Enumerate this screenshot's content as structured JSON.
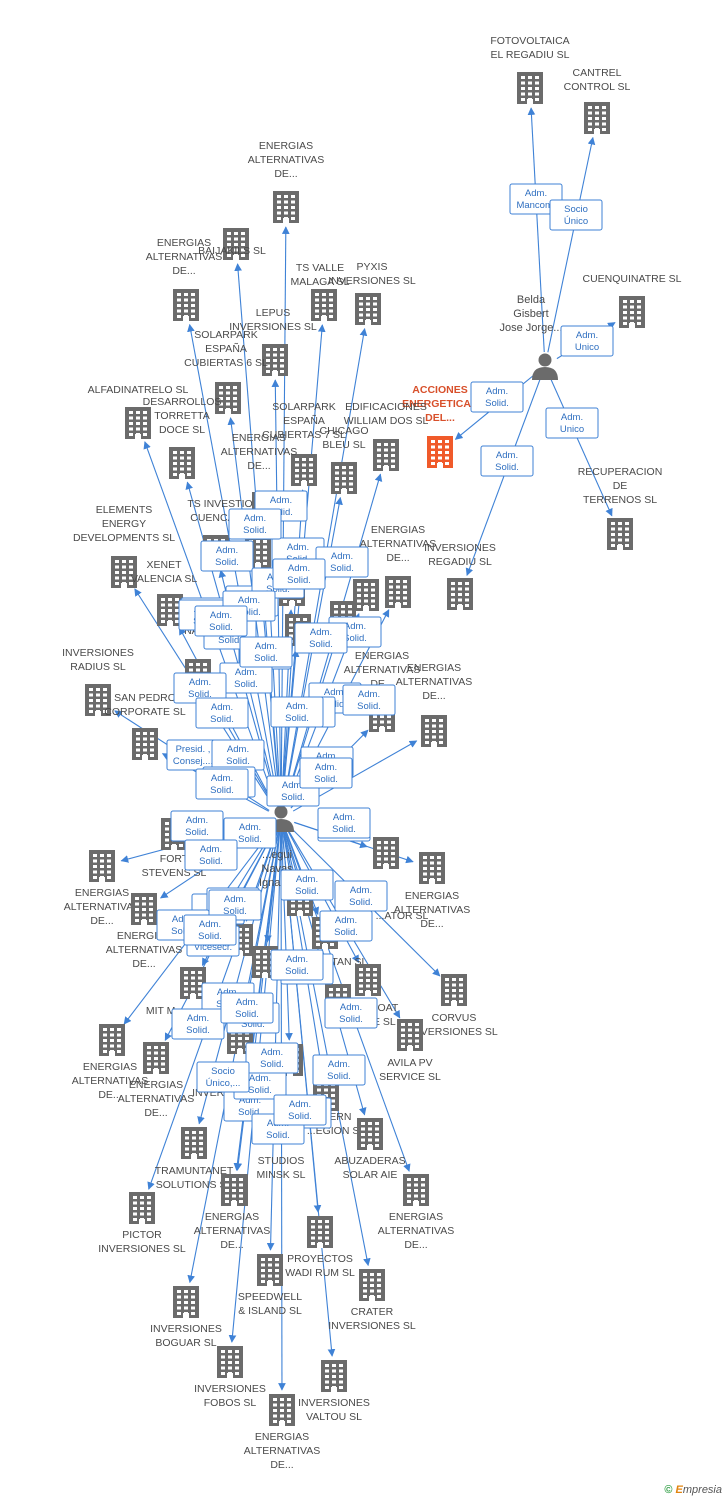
{
  "colors": {
    "edge": "#3f82d6",
    "building": "#6b6b6b",
    "focus_building": "#f05a2a",
    "person": "#6b6b6b"
  },
  "brand": {
    "copyright": "©",
    "e": "E",
    "rest": "mpresia"
  },
  "persons": [
    {
      "id": "p1",
      "label": [
        "Belda",
        "Gisbert",
        "Jose Jorge..."
      ]
    },
    {
      "id": "p2",
      "label": [
        "...egui",
        "Navas",
        "Ignac..."
      ]
    }
  ],
  "companies": [
    {
      "id": "c01",
      "label": [
        "FOTOVOLTAICA",
        "EL REGADIU SL"
      ]
    },
    {
      "id": "c02",
      "label": [
        "CANTREL",
        "CONTROL SL"
      ]
    },
    {
      "id": "c03",
      "label": [
        "CUENQUINATRE SL"
      ]
    },
    {
      "id": "c04",
      "label": [
        "ACCIONES",
        "ENERGETICAS",
        "DEL..."
      ],
      "focus": true
    },
    {
      "id": "c05",
      "label": [
        "RECUPERACION",
        "DE",
        "TERRENOS SL"
      ]
    },
    {
      "id": "c06",
      "label": [
        "INVERSIONES",
        "REGADIU SL"
      ]
    },
    {
      "id": "c07",
      "label": [
        "ENERGIAS",
        "ALTERNATIVAS",
        "DE..."
      ]
    },
    {
      "id": "c08",
      "label": [
        "BAIJAKILS SL"
      ]
    },
    {
      "id": "c09",
      "label": [
        "ENERGIAS",
        "ALTERNATIVAS",
        "DE..."
      ]
    },
    {
      "id": "c10",
      "label": [
        "TS VALLE",
        "MALAGA SL"
      ]
    },
    {
      "id": "c11",
      "label": [
        "PYXIS",
        "INVERSIONES SL"
      ]
    },
    {
      "id": "c12",
      "label": [
        "LEPUS",
        "INVERSIONES SL"
      ]
    },
    {
      "id": "c13",
      "label": [
        "SOLARPARK",
        "ESPAÑA",
        "CUBIERTAS 6 SL"
      ]
    },
    {
      "id": "c14",
      "label": [
        "ALFADINATRELO SL"
      ]
    },
    {
      "id": "c15",
      "label": [
        "DESARROLLOS",
        "TORRETTA",
        "DOCE SL"
      ]
    },
    {
      "id": "c16",
      "label": [
        "SOLARPARK",
        "ESPAÑA",
        "CUBIERTAS 7 SL"
      ]
    },
    {
      "id": "c17",
      "label": [
        "EDIFICACIONES",
        "WILLIAM DOS SL"
      ]
    },
    {
      "id": "c18",
      "label": [
        "CHICAGO",
        "BLEU SL"
      ]
    },
    {
      "id": "c19",
      "label": [
        "ENERGIAS",
        "ALTERNATIVAS",
        "DE..."
      ]
    },
    {
      "id": "c20",
      "label": [
        "TS INVESTIO",
        "CUENCA SL"
      ]
    },
    {
      "id": "c21",
      "label": [
        "ELEMENTS",
        "ENERGY",
        "DEVELOPMENTS SL"
      ]
    },
    {
      "id": "c22",
      "label": [
        "XENET",
        "VALENCIA SL"
      ]
    },
    {
      "id": "c23",
      "label": [
        "ENERGIAS",
        "ALTERNATIVAS",
        "DE..."
      ]
    },
    {
      "id": "c24",
      "label": [
        "INVERSIONES",
        "RADIUS SL"
      ]
    },
    {
      "id": "c25",
      "label": [
        "ROYAL",
        "NAVY"
      ]
    },
    {
      "id": "c26",
      "label": [
        "SAN PEDRO",
        "CORPORATE SL"
      ]
    },
    {
      "id": "c27",
      "label": [
        "ENERGIAS",
        "ALTERNATIVAS",
        "DE..."
      ]
    },
    {
      "id": "c28",
      "label": [
        "ENERGIAS",
        "ALTERNATIVAS",
        "DE..."
      ]
    },
    {
      "id": "c29",
      "label": [
        "FORT",
        "STEVENS SL"
      ]
    },
    {
      "id": "c30",
      "label": [
        "ENERGIAS",
        "ALTERNATIVAS",
        "DE..."
      ]
    },
    {
      "id": "c31",
      "label": [
        "ENERGIAS",
        "ALTERNATIVAS",
        "DE..."
      ]
    },
    {
      "id": "c32",
      "label": [
        "...ATOR SL"
      ]
    },
    {
      "id": "c33",
      "label": [
        "ENERGIAS",
        "ALTERNATIVAS",
        "DE..."
      ]
    },
    {
      "id": "c34",
      "label": [
        "...TAN SL"
      ]
    },
    {
      "id": "c35",
      "label": [
        "CORVUS",
        "INVERSIONES SL"
      ]
    },
    {
      "id": "c36",
      "label": [
        "MIT M..."
      ]
    },
    {
      "id": "c37",
      "label": [
        "...BOAT",
        "...E SL"
      ]
    },
    {
      "id": "c38",
      "label": [
        "AVILA PV",
        "SERVICE SL"
      ]
    },
    {
      "id": "c39",
      "label": [
        "ENERGIAS",
        "ALTERNATIVAS",
        "DE..."
      ]
    },
    {
      "id": "c40",
      "label": [
        "ENERGIAS",
        "ALTERNATIVAS",
        "DE..."
      ]
    },
    {
      "id": "c41",
      "label": [
        "INVERS..."
      ]
    },
    {
      "id": "c42",
      "label": [
        "...ERN",
        "...EGION SL"
      ]
    },
    {
      "id": "c43",
      "label": [
        "TRAMUNTANET",
        "SOLUTIONS SL"
      ]
    },
    {
      "id": "c44",
      "label": [
        "STUDIOS",
        "MINSK SL"
      ]
    },
    {
      "id": "c45",
      "label": [
        "ABUZADERAS",
        "SOLAR AIE"
      ]
    },
    {
      "id": "c46",
      "label": [
        "PICTOR",
        "INVERSIONES SL"
      ]
    },
    {
      "id": "c47",
      "label": [
        "ENERGIAS",
        "ALTERNATIVAS",
        "DE..."
      ]
    },
    {
      "id": "c48",
      "label": [
        "ENERGIAS",
        "ALTERNATIVAS",
        "DE..."
      ]
    },
    {
      "id": "c49",
      "label": [
        "PROYECTOS",
        "WADI RUM SL"
      ]
    },
    {
      "id": "c50",
      "label": [
        "SPEEDWELL",
        "& ISLAND SL"
      ]
    },
    {
      "id": "c51",
      "label": [
        "CRATER",
        "INVERSIONES SL"
      ]
    },
    {
      "id": "c52",
      "label": [
        "INVERSIONES",
        "BOGUAR SL"
      ]
    },
    {
      "id": "c53",
      "label": [
        "INVERSIONES",
        "FOBOS SL"
      ]
    },
    {
      "id": "c54",
      "label": [
        "INVERSIONES",
        "VALTOU SL"
      ]
    },
    {
      "id": "c55",
      "label": [
        "ENERGIAS",
        "ALTERNATIVAS",
        "DE..."
      ]
    },
    {
      "id": "x01",
      "label": []
    },
    {
      "id": "x02",
      "label": []
    },
    {
      "id": "x03",
      "label": []
    },
    {
      "id": "x04",
      "label": []
    },
    {
      "id": "x05",
      "label": []
    },
    {
      "id": "x06",
      "label": []
    },
    {
      "id": "x07",
      "label": []
    },
    {
      "id": "x08",
      "label": []
    },
    {
      "id": "x09",
      "label": []
    },
    {
      "id": "x10",
      "label": []
    },
    {
      "id": "x11",
      "label": []
    },
    {
      "id": "x12",
      "label": []
    }
  ],
  "edges": [
    {
      "from": "p1",
      "to": "c01",
      "role": [
        "Adm.",
        "Mancom."
      ]
    },
    {
      "from": "p1",
      "to": "c02",
      "role": [
        "Socio",
        "Único"
      ]
    },
    {
      "from": "p1",
      "to": "c03",
      "role": [
        "Adm.",
        "Unico"
      ]
    },
    {
      "from": "p1",
      "to": "c04",
      "role": [
        "Adm.",
        "Solid."
      ]
    },
    {
      "from": "p1",
      "to": "c05",
      "role": [
        "Adm.",
        "Unico"
      ]
    },
    {
      "from": "p1",
      "to": "c06",
      "role": [
        "Adm.",
        "Solid."
      ]
    },
    {
      "from": "p2",
      "to": "c07",
      "role": [
        "Adm.",
        "Solid."
      ]
    },
    {
      "from": "p2",
      "to": "c08",
      "role": [
        "Adm.",
        "Solid."
      ]
    },
    {
      "from": "p2",
      "to": "c09",
      "role": [
        "Adm.",
        "Solid."
      ]
    },
    {
      "from": "p2",
      "to": "c10",
      "role": [
        "Adm.",
        "Solid."
      ]
    },
    {
      "from": "p2",
      "to": "c11",
      "role": [
        "Adm.",
        "Solid."
      ]
    },
    {
      "from": "p2",
      "to": "c12",
      "role": [
        "Adm.",
        "Solid."
      ]
    },
    {
      "from": "p2",
      "to": "c13",
      "role": [
        "Adm.",
        "Solid."
      ]
    },
    {
      "from": "p2",
      "to": "c14",
      "role": [
        "Adm.",
        "Solid."
      ]
    },
    {
      "from": "p2",
      "to": "c15",
      "role": [
        "Adm.",
        "Solid."
      ]
    },
    {
      "from": "p2",
      "to": "c16",
      "role": [
        "Adm.",
        "Solid."
      ]
    },
    {
      "from": "p2",
      "to": "c17",
      "role": [
        "Adm.",
        "Solid."
      ]
    },
    {
      "from": "p2",
      "to": "c18",
      "role": [
        "Adm.",
        "Solid."
      ]
    },
    {
      "from": "p2",
      "to": "c19",
      "role": [
        "Adm.",
        "Solid."
      ]
    },
    {
      "from": "p2",
      "to": "c20",
      "role": [
        "Adm.",
        "Solid."
      ]
    },
    {
      "from": "p2",
      "to": "c21",
      "role": [
        "Adm.",
        "Solid."
      ]
    },
    {
      "from": "p2",
      "to": "c22",
      "role": [
        "Adm.",
        "Solid."
      ]
    },
    {
      "from": "p2",
      "to": "c23",
      "role": [
        "Adm.",
        "Solid."
      ]
    },
    {
      "from": "p2",
      "to": "c24",
      "role": [
        "Adm.",
        "Solid."
      ]
    },
    {
      "from": "p2",
      "to": "c25",
      "role": [
        "Presid. ,",
        "Consej...."
      ]
    },
    {
      "from": "p2",
      "to": "c26",
      "role": [
        "Adm.",
        "Solid."
      ]
    },
    {
      "from": "p2",
      "to": "c27",
      "role": [
        "Adm.",
        "Solid."
      ]
    },
    {
      "from": "p2",
      "to": "c28",
      "role": [
        "Adm.",
        "Solid."
      ]
    },
    {
      "from": "p2",
      "to": "c29",
      "role": [
        "Adm.",
        "Solid."
      ]
    },
    {
      "from": "p2",
      "to": "c30",
      "role": [
        "Adm.",
        "Solid."
      ]
    },
    {
      "from": "p2",
      "to": "c31",
      "role": [
        "Adm.",
        "Solid."
      ]
    },
    {
      "from": "p2",
      "to": "c32",
      "role": [
        "Adm.",
        "Solid."
      ]
    },
    {
      "from": "p2",
      "to": "c33",
      "role": [
        "Adm.",
        "Solid."
      ]
    },
    {
      "from": "p2",
      "to": "c34",
      "role": [
        "Adm.",
        "Solid."
      ]
    },
    {
      "from": "p2",
      "to": "c35",
      "role": [
        "Adm.",
        "Solid."
      ]
    },
    {
      "from": "p2",
      "to": "c36",
      "role": [
        "Consej. ,",
        "Vicesecr."
      ]
    },
    {
      "from": "p2",
      "to": "c37",
      "role": [
        "Adm.",
        "Solid."
      ]
    },
    {
      "from": "p2",
      "to": "c38",
      "role": [
        "Adm.",
        "Solid."
      ]
    },
    {
      "from": "p2",
      "to": "c39",
      "role": [
        "Adm.",
        "Solid."
      ]
    },
    {
      "from": "p2",
      "to": "c40",
      "role": [
        "Adm.",
        "Solid."
      ]
    },
    {
      "from": "p2",
      "to": "c41",
      "role": [
        "Adm.",
        "Solid."
      ]
    },
    {
      "from": "p2",
      "to": "c42",
      "role": [
        "Adm.",
        "Solid."
      ]
    },
    {
      "from": "p2",
      "to": "c43",
      "role": [
        "Adm.",
        "Solid."
      ]
    },
    {
      "from": "p2",
      "to": "c44",
      "role": [
        "Adm.",
        "Solid."
      ]
    },
    {
      "from": "p2",
      "to": "c45",
      "role": [
        "Adm.",
        "Solid."
      ]
    },
    {
      "from": "p2",
      "to": "c46",
      "role": [
        "Adm.",
        "Solid."
      ]
    },
    {
      "from": "p2",
      "to": "c47",
      "role": [
        "Adm.",
        "Solid."
      ]
    },
    {
      "from": "p2",
      "to": "c48",
      "role": [
        "Adm.",
        "Solid."
      ]
    },
    {
      "from": "p2",
      "to": "c49",
      "role": [
        "Adm.",
        "Solid."
      ]
    },
    {
      "from": "p2",
      "to": "c50",
      "role": [
        "Adm.",
        "Solid."
      ]
    },
    {
      "from": "p2",
      "to": "c51",
      "role": [
        "Adm.",
        "Solid."
      ]
    },
    {
      "from": "p2",
      "to": "c52",
      "role": [
        "Adm.",
        "Solid."
      ]
    },
    {
      "from": "p2",
      "to": "c53",
      "role": [
        "Adm.",
        "Solid."
      ]
    },
    {
      "from": "p2",
      "to": "c54",
      "role": [
        "Adm.",
        "Solid."
      ]
    },
    {
      "from": "p2",
      "to": "c55",
      "role": [
        "Adm.",
        "Solid."
      ]
    },
    {
      "from": "p2",
      "to": "x01",
      "role": [
        "Socio",
        "Único,..."
      ]
    },
    {
      "from": "p2",
      "to": "x02",
      "role": [
        "Adm.",
        "Solid."
      ]
    },
    {
      "from": "p2",
      "to": "x03",
      "role": [
        "Adm.",
        "Solid."
      ]
    },
    {
      "from": "p2",
      "to": "x04",
      "role": [
        "Adm.",
        "Solid."
      ]
    },
    {
      "from": "p2",
      "to": "x05",
      "role": [
        "Adm.",
        "Solid."
      ]
    },
    {
      "from": "p2",
      "to": "x06",
      "role": [
        "Adm.",
        "Solid."
      ]
    },
    {
      "from": "p2",
      "to": "x07",
      "role": [
        "Adm.",
        "Solid."
      ]
    },
    {
      "from": "p2",
      "to": "x08",
      "role": [
        "Adm.",
        "Solid."
      ]
    },
    {
      "from": "p2",
      "to": "x09",
      "role": [
        "Adm.",
        "Solid."
      ]
    },
    {
      "from": "p2",
      "to": "x10",
      "role": [
        "Adm.",
        "Solid."
      ]
    },
    {
      "from": "p2",
      "to": "x11",
      "role": [
        "Adm.",
        "Solid."
      ]
    },
    {
      "from": "p2",
      "to": "x12",
      "role": [
        "Adm.",
        "Solid."
      ]
    }
  ]
}
